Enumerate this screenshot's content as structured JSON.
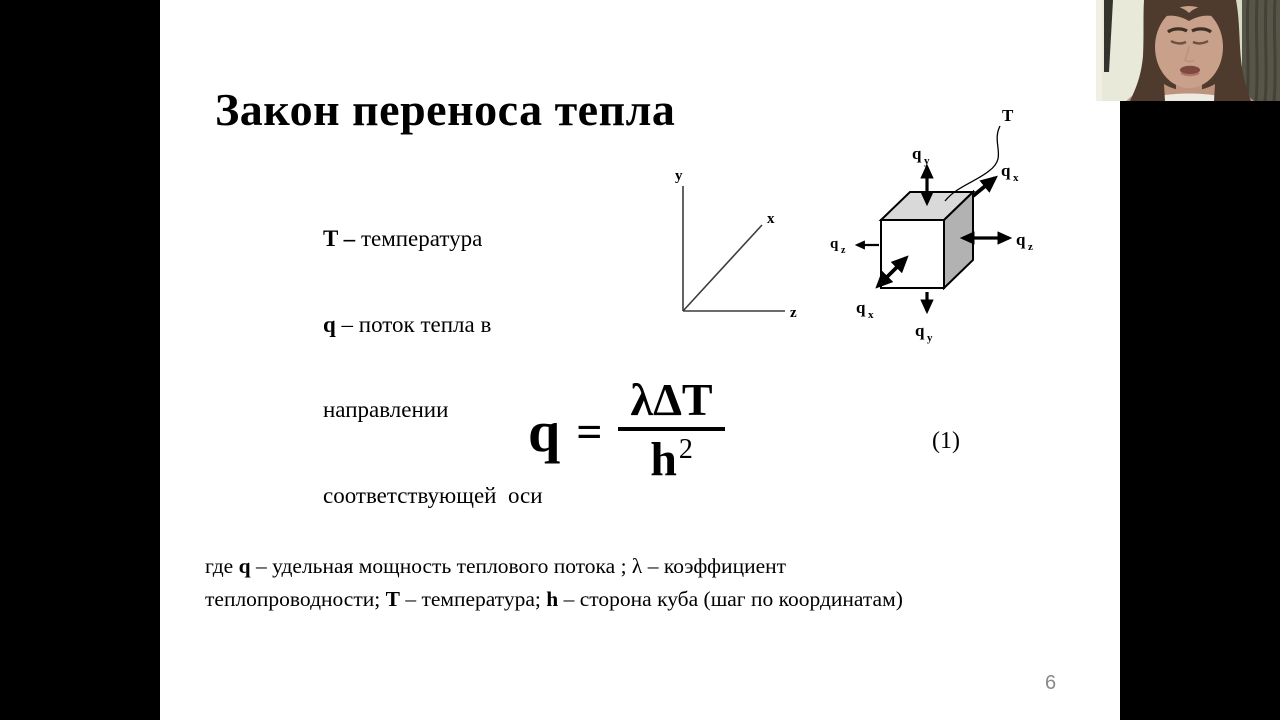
{
  "slide": {
    "title": "Закон переноса тепла",
    "legend": {
      "line1_bold": "T –",
      "line1_rest": " температура",
      "line2_bold": "q",
      "line2_rest": " – поток тепла в",
      "line3": "направлении",
      "line4": "соответствующей  оси"
    },
    "axes": {
      "x_label": "x",
      "y_label": "y",
      "z_label": "z"
    },
    "cube": {
      "t_label": "T",
      "q_top": {
        "m": "q",
        "s": "y"
      },
      "q_bottom": {
        "m": "q",
        "s": "y"
      },
      "q_left": {
        "m": "q",
        "s": "z"
      },
      "q_right": {
        "m": "q",
        "s": "z"
      },
      "q_front": {
        "m": "q",
        "s": "x"
      },
      "q_upper_right": {
        "m": "q",
        "s": "x"
      }
    },
    "formula": {
      "lhs": "q",
      "equals": "=",
      "numerator": "λΔT",
      "denominator_base": "h",
      "denominator_exponent": "2",
      "eq_number": "(1)"
    },
    "footnote": {
      "l1_seg1": "где ",
      "l1_seg2": "q",
      "l1_seg3": " – удельная мощность теплового потока ; λ – коэффициент",
      "l2_seg1": "теплопроводности; ",
      "l2_seg2": "T",
      "l2_seg3": " – температура; ",
      "l2_seg4": "h",
      "l2_seg5": " – сторона куба (шаг по координатам)"
    },
    "page_number": "6"
  },
  "colors": {
    "background": "#000000",
    "slide_bg": "#ffffff",
    "cube_top_gray": "#d9d9d9",
    "cube_side_gray": "#b2b2b2",
    "cube_front": "#ffffff",
    "page_number_gray": "#8a8a8a"
  },
  "webcam": {
    "wall": "#d9dcc5",
    "wall_light": "#e8e9d9",
    "frame_strip": "#f2f0e5",
    "door_panel": "#34332c",
    "curtain": "#575548",
    "curtain_stripe": "#434236",
    "hair": "#4e3b2d",
    "skin": "#c9a089",
    "skin_shadow": "#bd937e",
    "shirt": "#edeae2",
    "brow": "#3f3126",
    "eye": "#6d5142",
    "mouth": "#7d4a42",
    "lip": "#b07265"
  }
}
